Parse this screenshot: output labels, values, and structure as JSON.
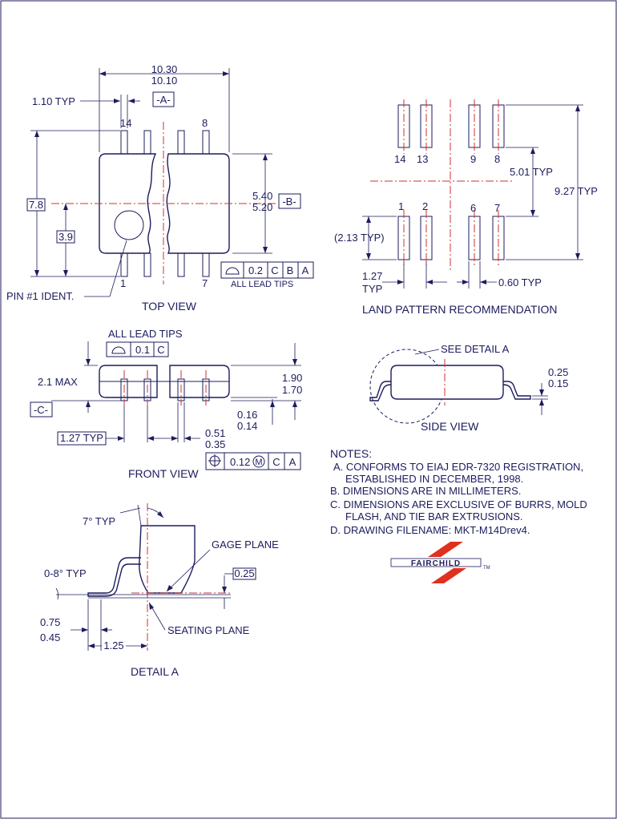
{
  "top_view": {
    "width_max": "10.30",
    "width_min": "10.10",
    "lead_pitch_label": "1.10 TYP",
    "datum_a": "-A-",
    "pin_14": "14",
    "pin_8": "8",
    "pin_1": "1",
    "pin_7": "7",
    "height_78": "7.8",
    "height_39": "3.9",
    "body_max": "5.40",
    "body_min": "5.20",
    "datum_b": "-B-",
    "tol_value": "0.2",
    "tol_c": "C",
    "tol_b": "B",
    "tol_a": "A",
    "all_lead_tips": "ALL LEAD TIPS",
    "pin1_ident": "PIN #1 IDENT.",
    "caption": "TOP VIEW"
  },
  "land_pattern": {
    "pins_top": [
      "14",
      "13",
      "9",
      "8"
    ],
    "pins_bottom": [
      "1",
      "2",
      "6",
      "7"
    ],
    "dim_501": "5.01 TYP",
    "dim_927": "9.27 TYP",
    "dim_213": "(2.13 TYP)",
    "dim_127": "1.27",
    "typ": "TYP",
    "dim_060": "0.60 TYP",
    "caption": "LAND PATTERN RECOMMENDATION"
  },
  "front_view": {
    "all_lead_tips": "ALL LEAD TIPS",
    "tol_value": "0.1",
    "tol_c": "C",
    "max_height": "2.1 MAX",
    "datum_c": "-C-",
    "h_max": "1.90",
    "h_min": "1.70",
    "sh_max": "0.16",
    "sh_min": "0.14",
    "pitch": "1.27 TYP",
    "lw_max": "0.51",
    "lw_min": "0.35",
    "pos_value": "0.12",
    "pos_m": "M",
    "pos_c": "C",
    "pos_a": "A",
    "caption": "FRONT VIEW"
  },
  "side_view": {
    "see_detail": "SEE DETAIL A",
    "t_max": "0.25",
    "t_min": "0.15",
    "caption": "SIDE VIEW"
  },
  "notes": {
    "heading": "NOTES:",
    "a_line1": "A. CONFORMS TO EIAJ EDR-7320 REGISTRATION,",
    "a_line2": "ESTABLISHED IN DECEMBER, 1998.",
    "b": "B.  DIMENSIONS ARE IN MILLIMETERS.",
    "c_line1": "C.  DIMENSIONS ARE EXCLUSIVE OF BURRS, MOLD",
    "c_line2": "FLASH, AND TIE BAR EXTRUSIONS.",
    "d": "D.  DRAWING FILENAME: MKT-M14Drev4."
  },
  "detail_a": {
    "angle_7": "7° TYP",
    "angle_08": "0-8° TYP",
    "gage_plane": "GAGE PLANE",
    "gage_val": "0.25",
    "f_max": "0.75",
    "f_min": "0.45",
    "f_len": "1.25",
    "seating_plane": "SEATING PLANE",
    "caption": "DETAIL A"
  },
  "logo": {
    "text": "FAIRCHILD",
    "tm": "TM",
    "color": "#e0301e"
  }
}
